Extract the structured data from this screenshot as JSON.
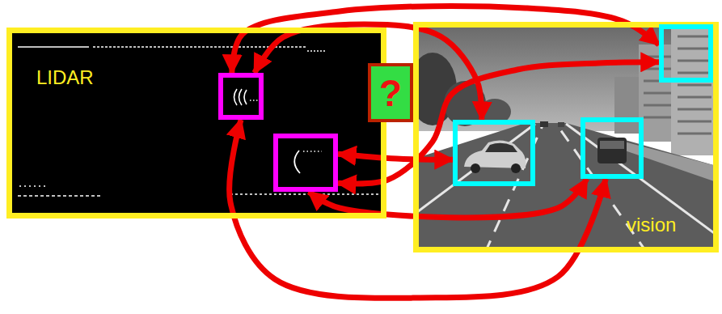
{
  "diagram": {
    "nodes": [
      {
        "text": [
          "LIDAR"
        ]
      },
      {
        "text": [],
        "in": 0
      },
      {
        "text": [],
        "in": 0
      },
      {
        "text": [
          "?"
        ]
      },
      {
        "text": [
          "vision"
        ]
      },
      {
        "text": [],
        "in": 4
      },
      {
        "text": [],
        "in": 4
      },
      {
        "text": [],
        "in": 4
      }
    ],
    "edges": [
      {
        "from": 1,
        "to": 7,
        "arrow": "both"
      },
      {
        "from": 1,
        "to": 5,
        "arrow": "both"
      },
      {
        "from": 2,
        "to": 7,
        "arrow": "both"
      },
      {
        "from": 1,
        "to": 6,
        "arrow": "both"
      },
      {
        "from": 2,
        "to": 6,
        "arrow": "both"
      },
      {
        "from": 2,
        "to": 5,
        "arrow": "both"
      }
    ]
  }
}
